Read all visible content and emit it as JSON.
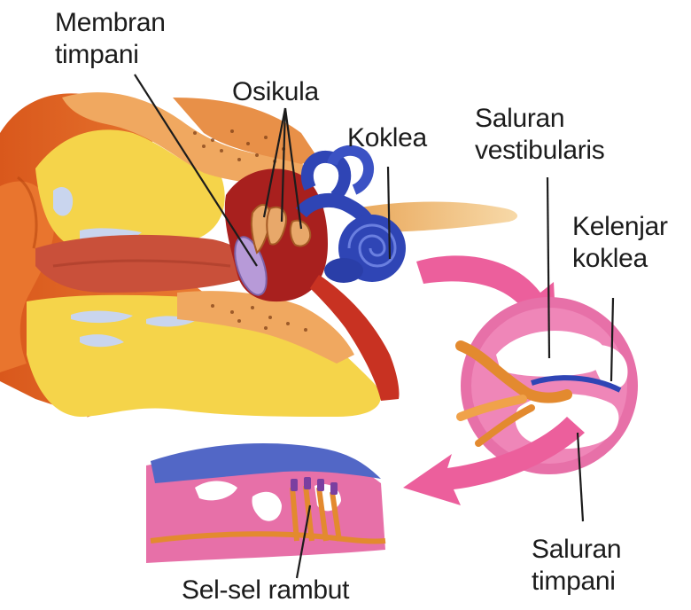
{
  "labels": {
    "membran_timpani": [
      "Membran",
      "timpani"
    ],
    "osikula": "Osikula",
    "koklea": "Koklea",
    "saluran_vestibularis": [
      "Saluran",
      "vestibularis"
    ],
    "kelenjar_koklea": [
      "Kelenjar",
      "koklea"
    ],
    "saluran_timpani": [
      "Saluran",
      "timpani"
    ],
    "sel_sel_rambut": "Sel-sel rambut"
  },
  "colors": {
    "skin": "#e8742e",
    "bone": "#f5d44a",
    "tissue": "#f0a860",
    "canal": "#c9503a",
    "eardrum": "#b79ad8",
    "cochlea": "#2f45b5",
    "pink": "#e770a8",
    "arrow": "#ec5f9c"
  }
}
